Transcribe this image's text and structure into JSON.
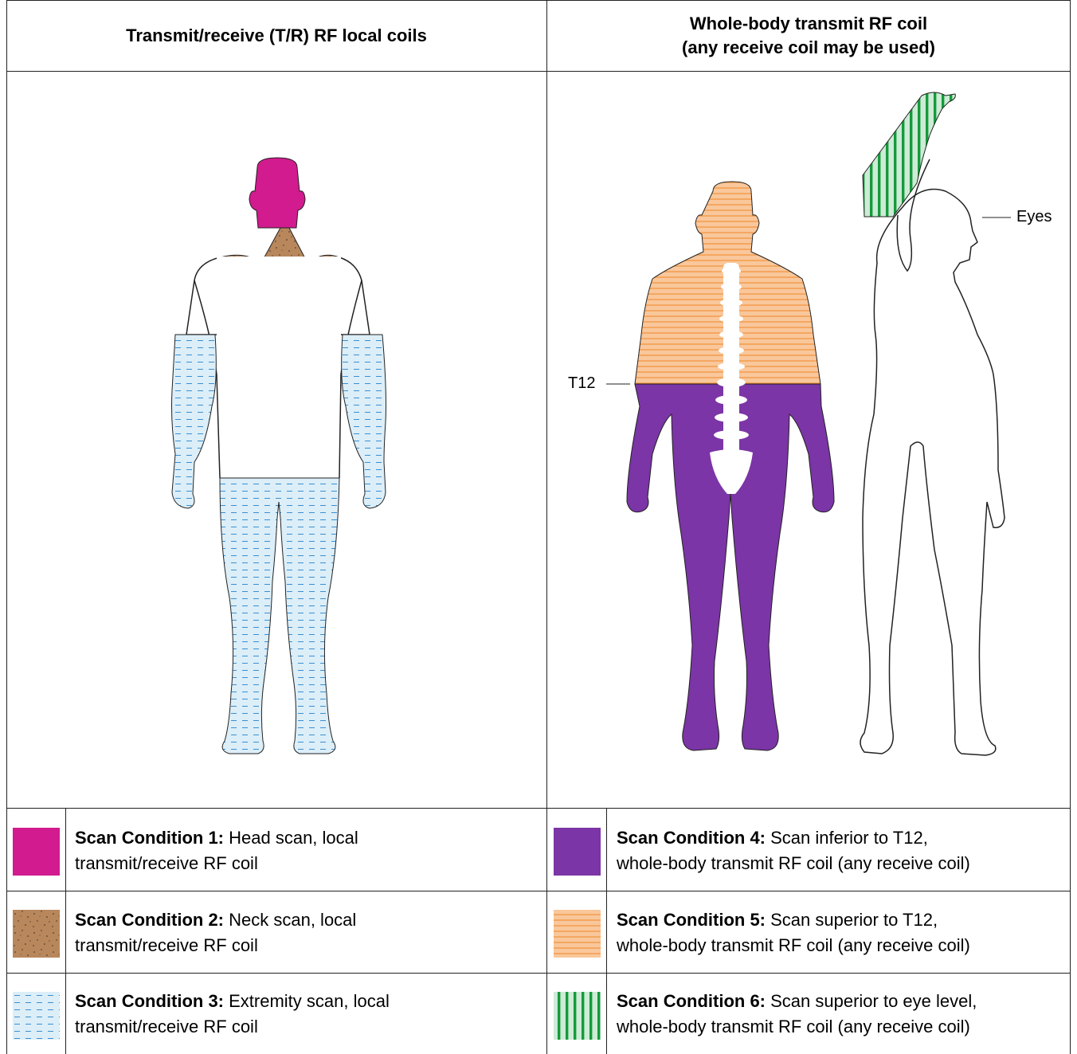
{
  "headers": {
    "left": "Transmit/receive (T/R) RF local coils",
    "right_line1": "Whole-body transmit RF coil",
    "right_line2": "(any receive coil may be used)"
  },
  "callouts": {
    "t12": "T12",
    "eyes": "Eyes"
  },
  "legend": [
    {
      "title": "Scan Condition 1:",
      "line1": "Head scan, local",
      "line2": "transmit/receive RF coil",
      "color": "#D11B8E",
      "pattern": "solid"
    },
    {
      "title": "Scan Condition 2:",
      "line1": "Neck scan, local",
      "line2": "transmit/receive RF coil",
      "color": "#B8875C",
      "pattern": "speckle"
    },
    {
      "title": "Scan Condition 3:",
      "line1": "Extremity scan, local",
      "line2": "transmit/receive RF coil",
      "color": "#DCEEF8",
      "pattern": "dashes"
    },
    {
      "title": "Scan Condition 4:",
      "line1": "Scan inferior to T12,",
      "line2": "whole-body transmit RF coil (any receive coil)",
      "color": "#7B35A6",
      "pattern": "solid"
    },
    {
      "title": "Scan Condition 5:",
      "line1": "Scan superior to T12,",
      "line2": "whole-body transmit RF coil (any receive coil)",
      "color": "#F9C79B",
      "pattern": "hstripes"
    },
    {
      "title": "Scan Condition 6:",
      "line1": "Scan superior to eye level,",
      "line2": "whole-body transmit RF coil (any receive coil)",
      "color": "#159A3C",
      "pattern": "vstripes"
    }
  ]
}
